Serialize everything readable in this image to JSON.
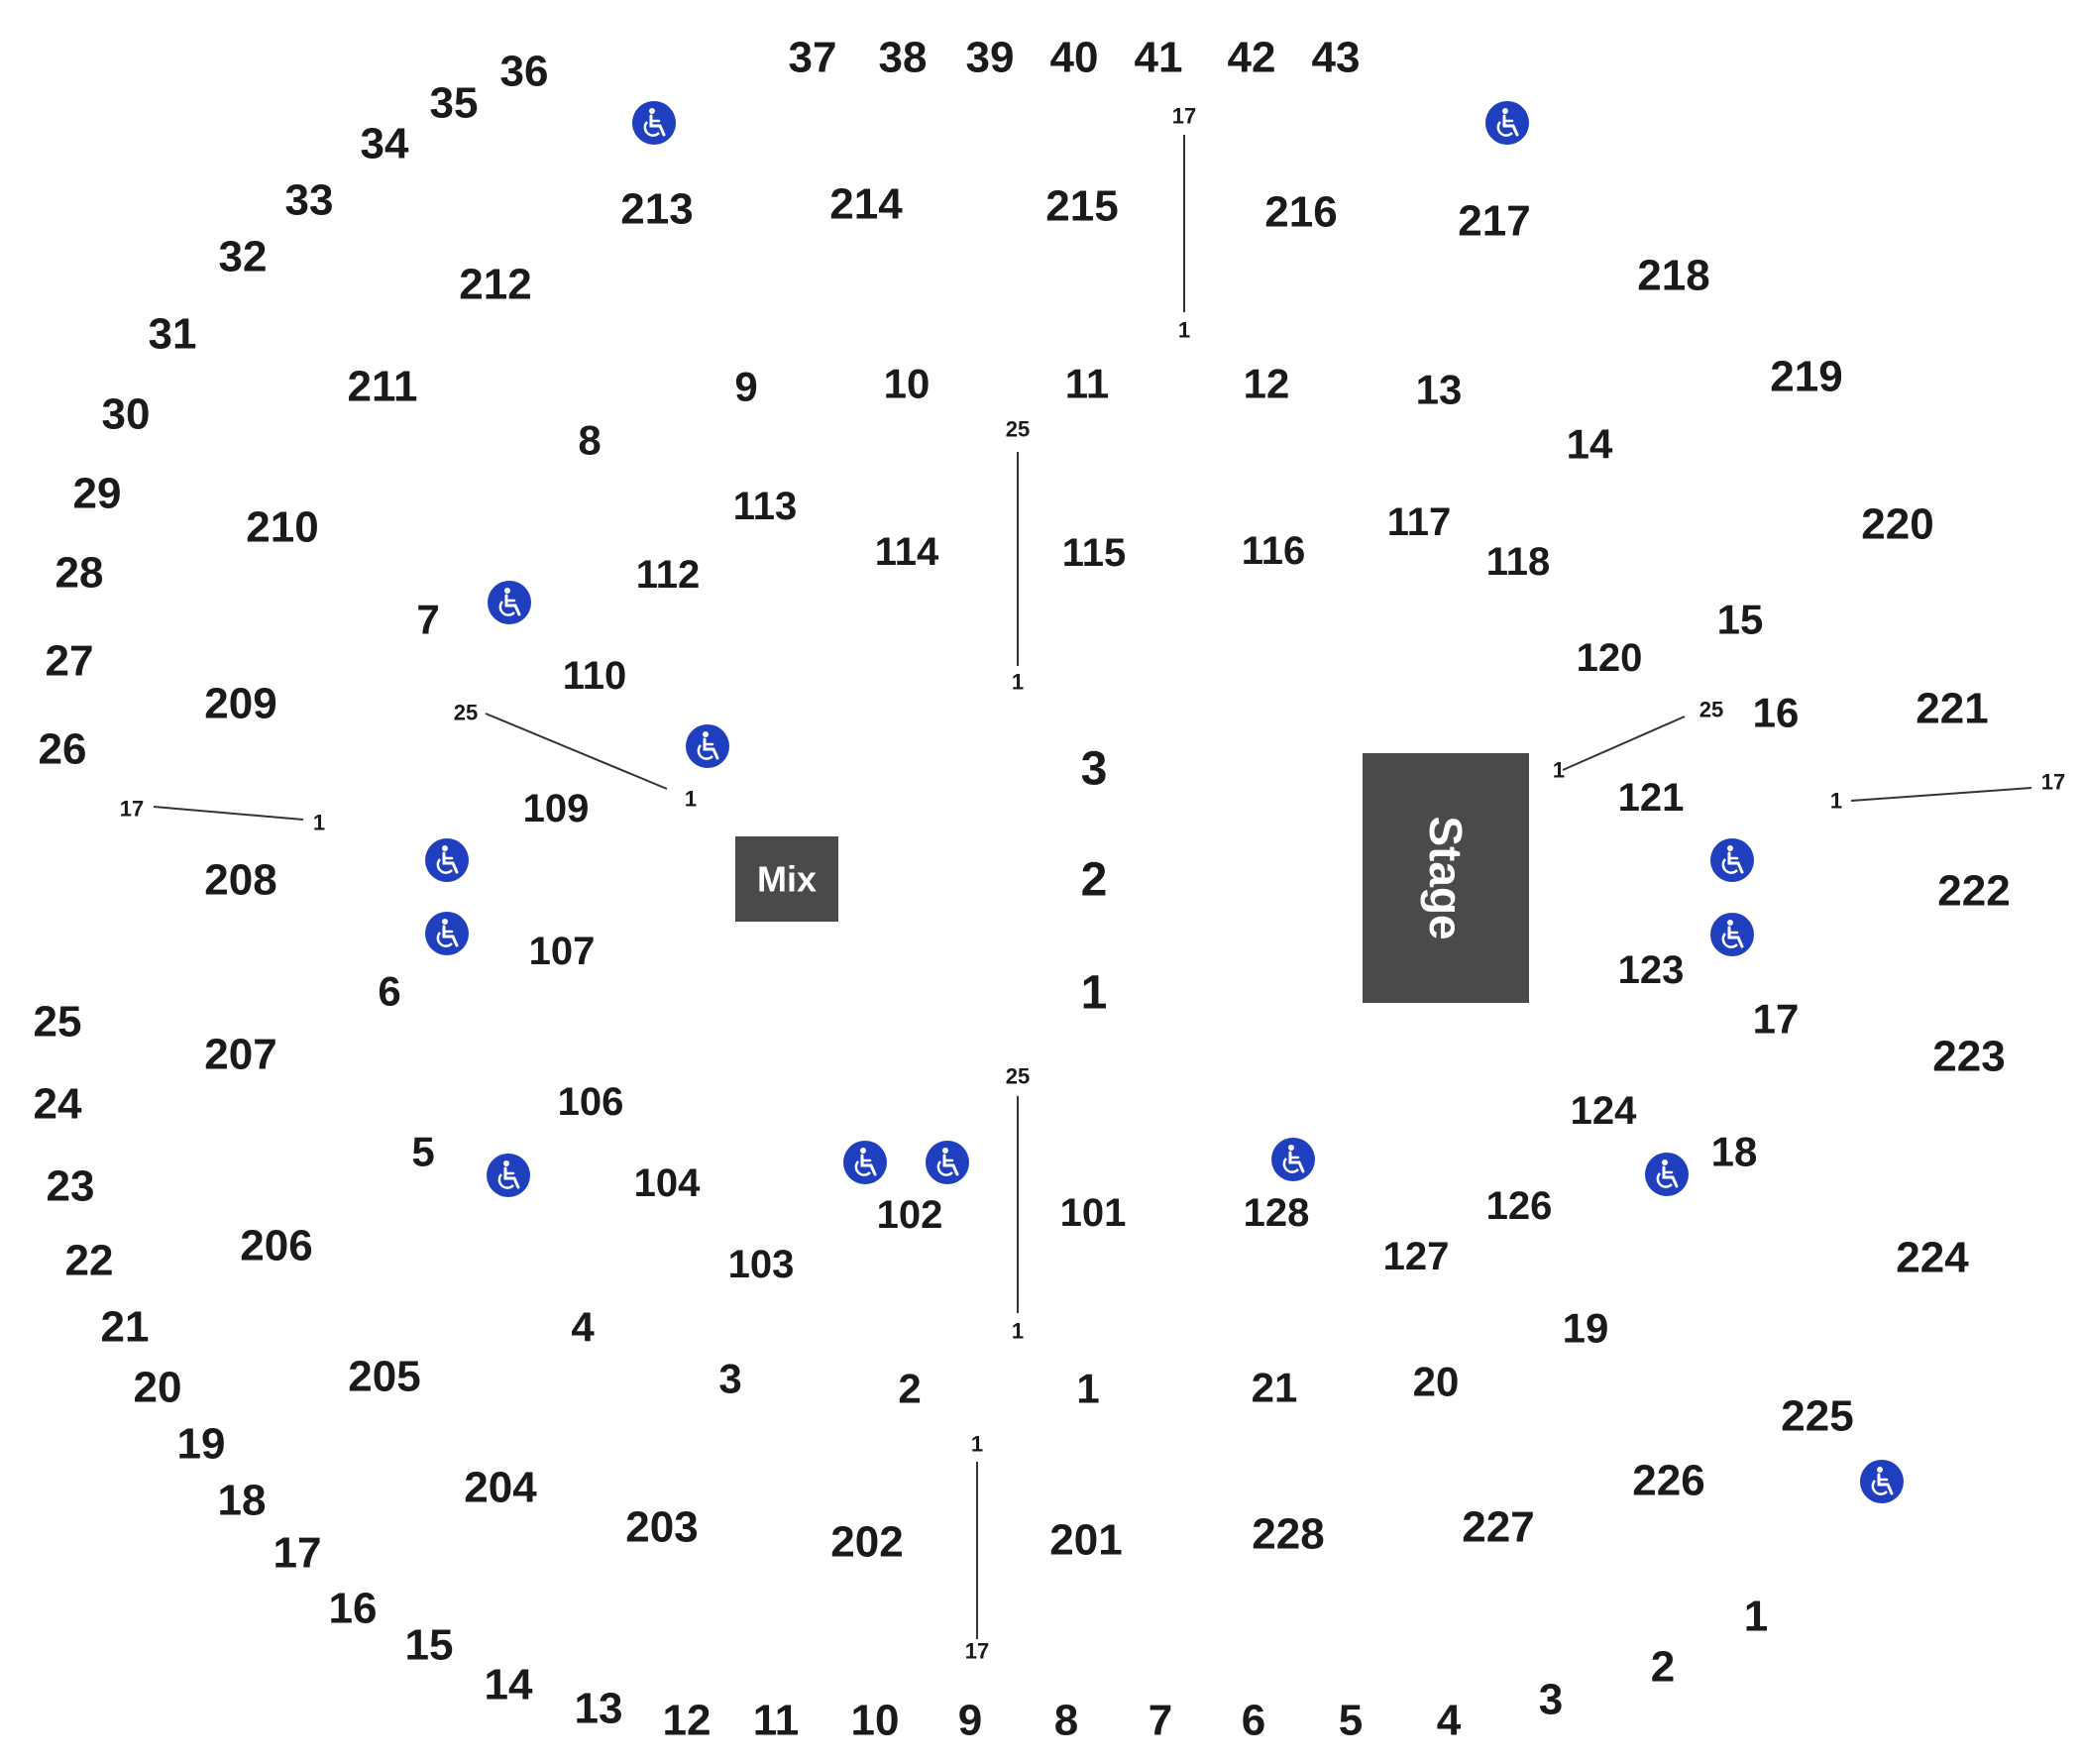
{
  "colors": {
    "accessible": "#1f3fbf",
    "block": "#4a4a4a",
    "text": "#1a1a1a"
  },
  "stage": {
    "label": "Stage"
  },
  "mix": {
    "label": "Mix"
  },
  "floor_sections": [
    "3",
    "2",
    "1"
  ],
  "lower_sections": [
    "101",
    "102",
    "103",
    "104",
    "106",
    "107",
    "109",
    "110",
    "112",
    "113",
    "114",
    "115",
    "116",
    "117",
    "118",
    "120",
    "121",
    "123",
    "124",
    "126",
    "127",
    "128"
  ],
  "upper_sections": [
    "201",
    "202",
    "203",
    "204",
    "205",
    "206",
    "207",
    "208",
    "209",
    "210",
    "211",
    "212",
    "213",
    "214",
    "215",
    "216",
    "217",
    "218",
    "219",
    "220",
    "221",
    "222",
    "223",
    "224",
    "225",
    "226",
    "227",
    "228"
  ],
  "lower_aisle_numbers": [
    "1",
    "2",
    "3",
    "4",
    "5",
    "6",
    "7",
    "8",
    "9",
    "10",
    "11",
    "12",
    "13",
    "14",
    "15",
    "16",
    "17",
    "18",
    "19",
    "20",
    "21"
  ],
  "upper_aisle_numbers": [
    "1",
    "2",
    "3",
    "4",
    "5",
    "6",
    "7",
    "8",
    "9",
    "10",
    "11",
    "12",
    "13",
    "14",
    "15",
    "16",
    "17",
    "18",
    "19",
    "20",
    "21",
    "22",
    "23",
    "24",
    "25",
    "26",
    "27",
    "28",
    "29",
    "30",
    "31",
    "32",
    "33",
    "34",
    "35",
    "36",
    "37",
    "38",
    "39",
    "40",
    "41",
    "42",
    "43"
  ],
  "row_markers": [
    "17",
    "1",
    "25",
    "1",
    "25",
    "1",
    "17",
    "1",
    "25",
    "1",
    "1",
    "17",
    "1",
    "25",
    "1",
    "17"
  ],
  "accessible_icon": "wheelchair-icon"
}
